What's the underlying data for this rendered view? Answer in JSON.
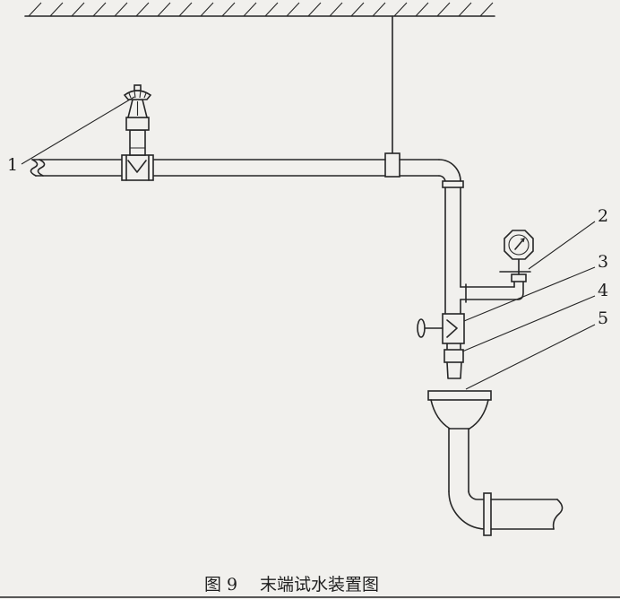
{
  "figure": {
    "number": "图 9",
    "title": "末端试水装置图"
  },
  "labels": {
    "l1": "1",
    "l2": "2",
    "l3": "3",
    "l4": "4",
    "l5": "5"
  }
}
